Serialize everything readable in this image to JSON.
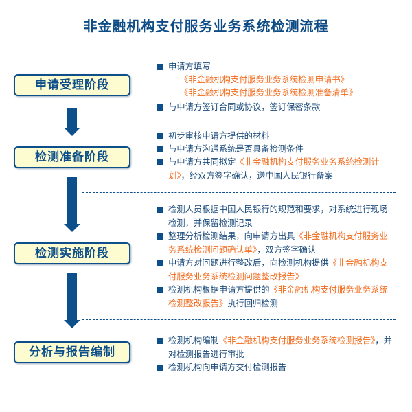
{
  "title": "非金融机构支付服务业务系统检测流程",
  "colors": {
    "primary": "#0d4f8a",
    "accent": "#f26a1b",
    "box_fill": "#fdfbd0"
  },
  "stages": [
    {
      "label": "申请受理阶段",
      "items": [
        {
          "plain": "申请方填写",
          "doc": "",
          "tail": ""
        },
        {
          "plain": "与申请方签订合同或协议，签订保密条款",
          "doc": "",
          "tail": ""
        }
      ],
      "subdocs": [
        "《非金融机构支付服务业务系统检测申请书》",
        "《非金融机构支付服务业务系统检测准备清单》"
      ]
    },
    {
      "label": "检测准备阶段",
      "items": [
        {
          "plain": "初步审核申请方提供的材料",
          "doc": "",
          "tail": ""
        },
        {
          "plain": "与申请方沟通系统是否具备检测条件",
          "doc": "",
          "tail": ""
        },
        {
          "plain": "与申请方共同拟定",
          "doc": "《非金融机构支付服务业务系统检测计划》",
          "tail": "，经双方签字确认，送中国人民银行备案"
        }
      ]
    },
    {
      "label": "检测实施阶段",
      "items": [
        {
          "plain": "检测人员根据中国人民银行的规范和要求，对系统进行现场检测，并保留检测记录",
          "doc": "",
          "tail": ""
        },
        {
          "plain": "整理分析检测结果，向申请方出具",
          "doc": "《非金融机构支付服务业务系统检测问题确认单》",
          "tail": "，双方签字确认"
        },
        {
          "plain": "申请方对问题进行整改后，向检测机构提供",
          "doc": "《非金融机构支付服务业务系统检测问题整改报告》",
          "tail": ""
        },
        {
          "plain": "检测机构根据申请方提供的",
          "doc": "《非金融机构支付服务业务系统检测整改报告》",
          "tail": "执行回归检测"
        }
      ]
    },
    {
      "label": "分析与报告编制",
      "items": [
        {
          "plain": "检测机构编制",
          "doc": "《非金融机构支付服务业务系统检测报告》",
          "tail": "，并对检测报告进行审批"
        },
        {
          "plain": "检测机构向申请方交付检测报告",
          "doc": "",
          "tail": ""
        }
      ]
    }
  ]
}
